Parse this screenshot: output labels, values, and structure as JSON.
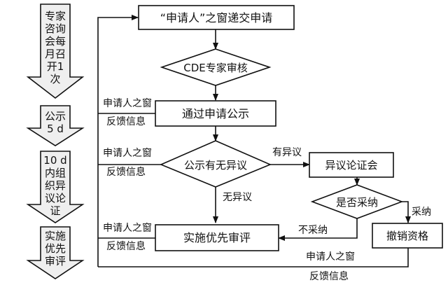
{
  "timeline": {
    "step1": [
      "专家",
      "咨询",
      "会每",
      "月召",
      "开1",
      "次"
    ],
    "step2": [
      "公示",
      "5 d"
    ],
    "step3": [
      "10 d",
      "内组",
      "织异",
      "议论",
      "证"
    ],
    "step4": [
      "实施",
      "优先",
      "审评"
    ]
  },
  "nodes": {
    "submit": "“申请人”之窗递交申请",
    "review": "CDE专家审核",
    "publish": "通过申请公示",
    "objection_check": "公示有无异议",
    "hearing": "异议论证会",
    "adopt_check": "是否采纳",
    "revoke": "撤销资格",
    "implement": "实施优先审评"
  },
  "edges": {
    "has_objection": "有异议",
    "no_objection": "无异议",
    "not_adopted": "不采纳",
    "adopted": "采纳"
  },
  "feedback": {
    "line1": "申请人之窗",
    "line2": "反馈信息"
  }
}
